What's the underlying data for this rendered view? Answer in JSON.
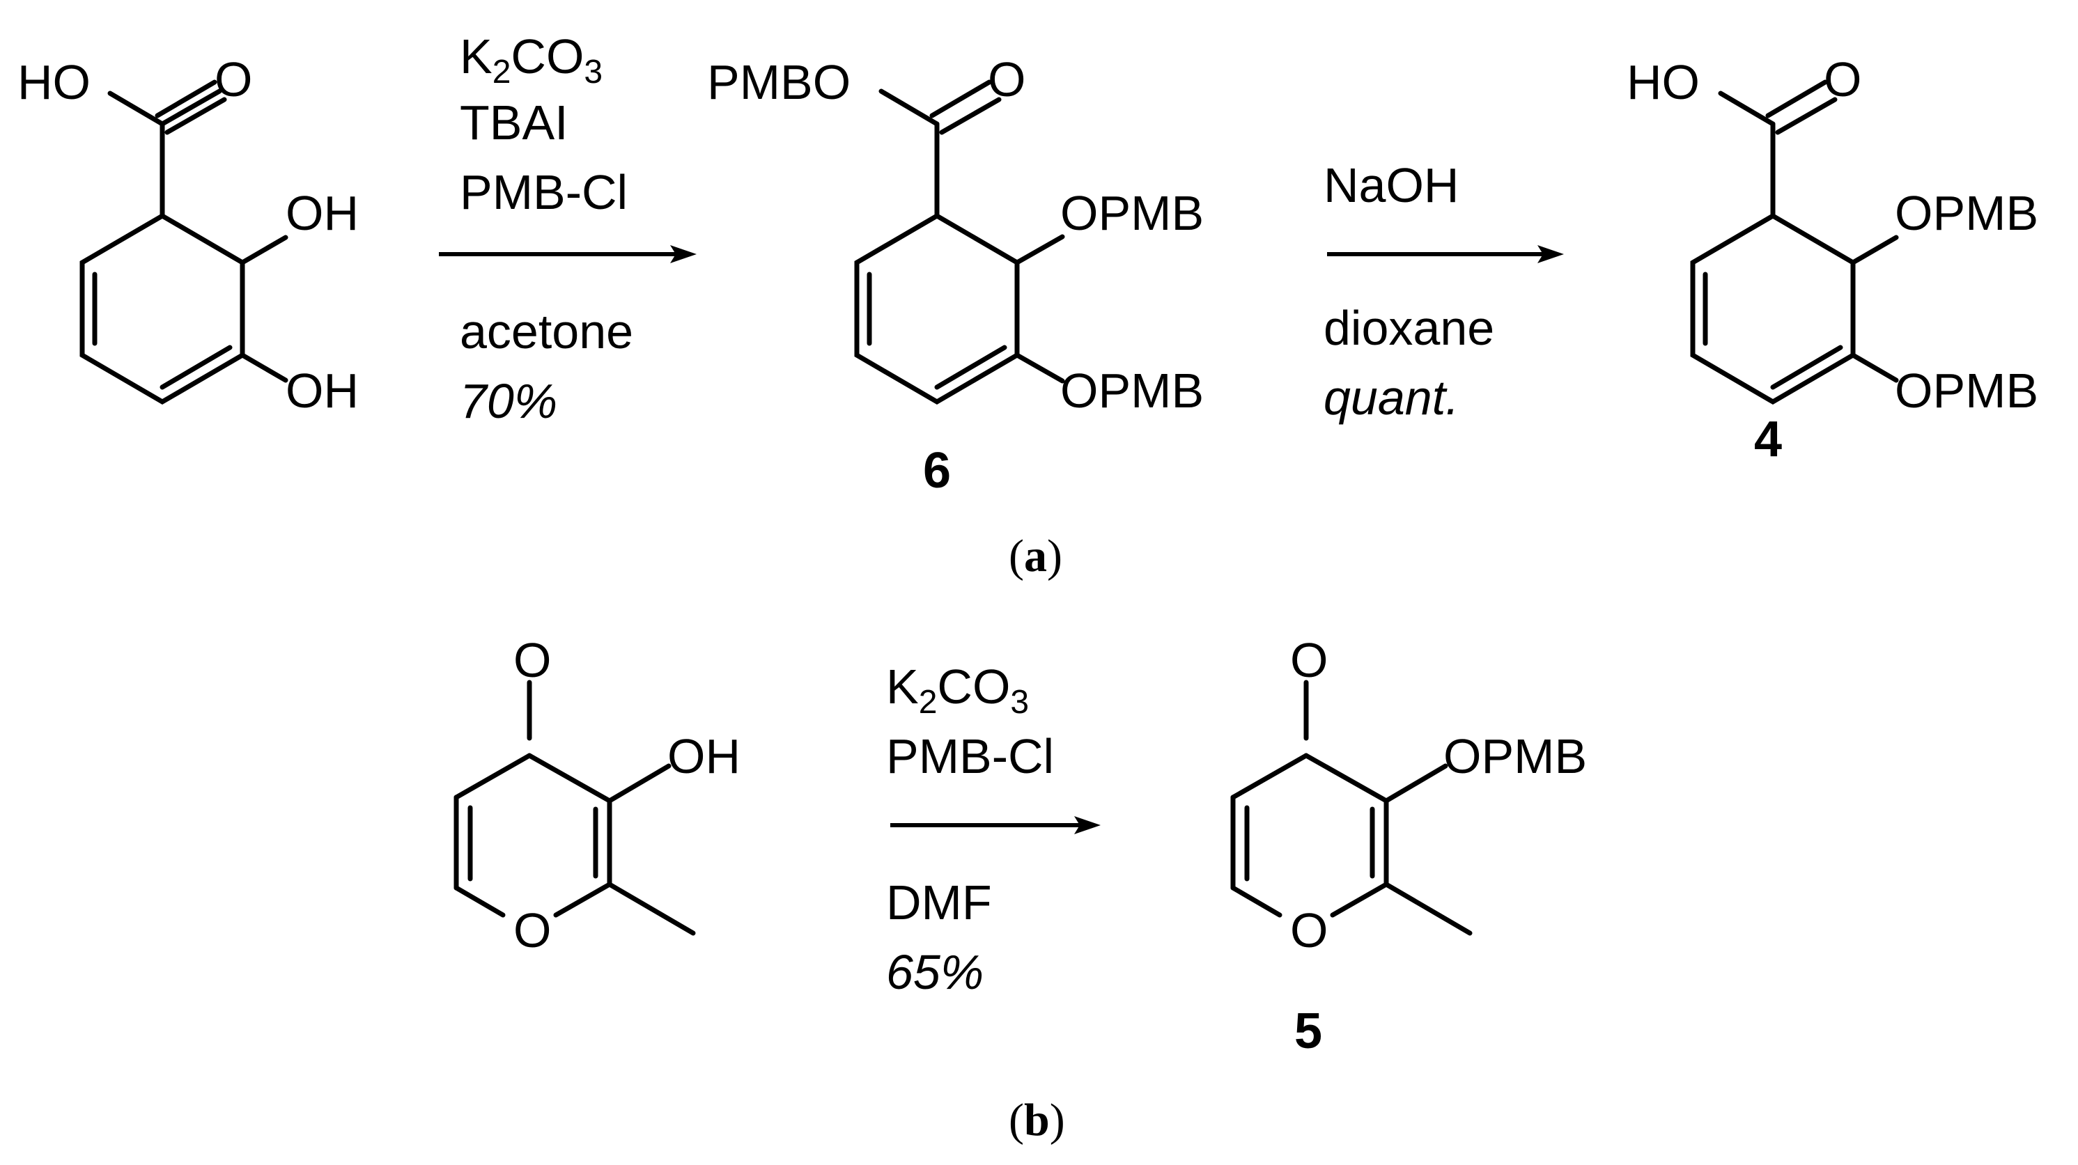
{
  "scheme_a": {
    "start": {
      "acid_oh": "HO",
      "acid_o": "O",
      "oh_upper": "OH",
      "oh_lower": "OH"
    },
    "step1": {
      "reagents": [
        "K",
        "2",
        "CO",
        "3",
        "TBAI",
        "PMB-Cl"
      ],
      "solvent": "acetone",
      "yield": "70%"
    },
    "intermediate": {
      "ester": "PMBO",
      "ester_o": "O",
      "opmb_upper": "OPMB",
      "opmb_lower": "OPMB",
      "label": "6"
    },
    "step2": {
      "reagent": "NaOH",
      "solvent": "dioxane",
      "yield": "quant."
    },
    "product": {
      "acid_oh": "HO",
      "acid_o": "O",
      "opmb_upper": "OPMB",
      "opmb_lower": "OPMB",
      "label": "4"
    },
    "caption_open": "(",
    "caption_letter": "a",
    "caption_close": ")"
  },
  "scheme_b": {
    "start": {
      "ketone_o": "O",
      "oh": "OH",
      "ring_o": "O"
    },
    "step": {
      "reagents": [
        "K",
        "2",
        "CO",
        "3",
        "PMB-Cl"
      ],
      "solvent": "DMF",
      "yield": "65%"
    },
    "product": {
      "ketone_o": "O",
      "opmb": "OPMB",
      "ring_o": "O",
      "label": "5"
    },
    "caption_open": "(",
    "caption_letter": "b",
    "caption_close": ")"
  }
}
